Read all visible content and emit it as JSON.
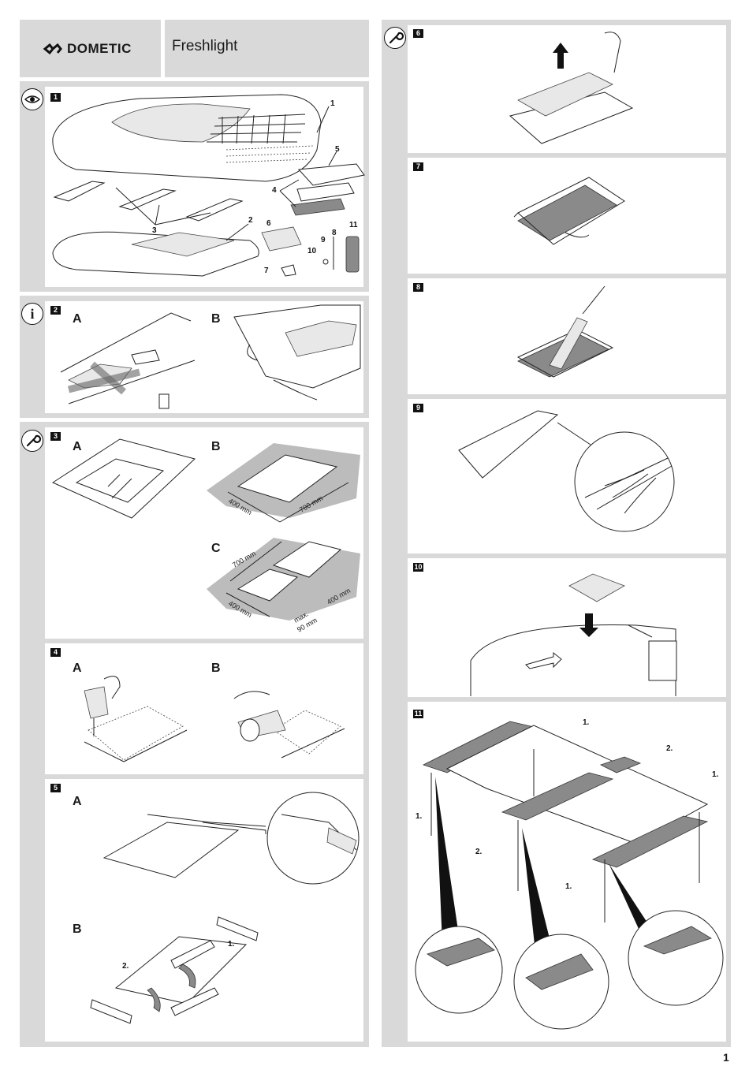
{
  "header": {
    "brand": "DOMETIC",
    "product": "Freshlight"
  },
  "page_number": "1",
  "steps": [
    {
      "n": "1",
      "icon": "eye-icon"
    },
    {
      "n": "2",
      "icon": "info-icon"
    },
    {
      "n": "3",
      "icon": "wrench-icon"
    },
    {
      "n": "4"
    },
    {
      "n": "5"
    },
    {
      "n": "6",
      "icon": "wrench-icon"
    },
    {
      "n": "7"
    },
    {
      "n": "8"
    },
    {
      "n": "9"
    },
    {
      "n": "10"
    },
    {
      "n": "11"
    }
  ],
  "step1_parts": [
    "1",
    "2",
    "3",
    "4",
    "5",
    "6",
    "7",
    "8",
    "9",
    "10",
    "11"
  ],
  "sub": {
    "a": "A",
    "b": "B",
    "c": "C"
  },
  "dims": {
    "w400": "400 mm",
    "w700": "700 mm",
    "max": "max.",
    "max90": "90 mm"
  },
  "callouts": {
    "one": "1.",
    "two": "2."
  }
}
